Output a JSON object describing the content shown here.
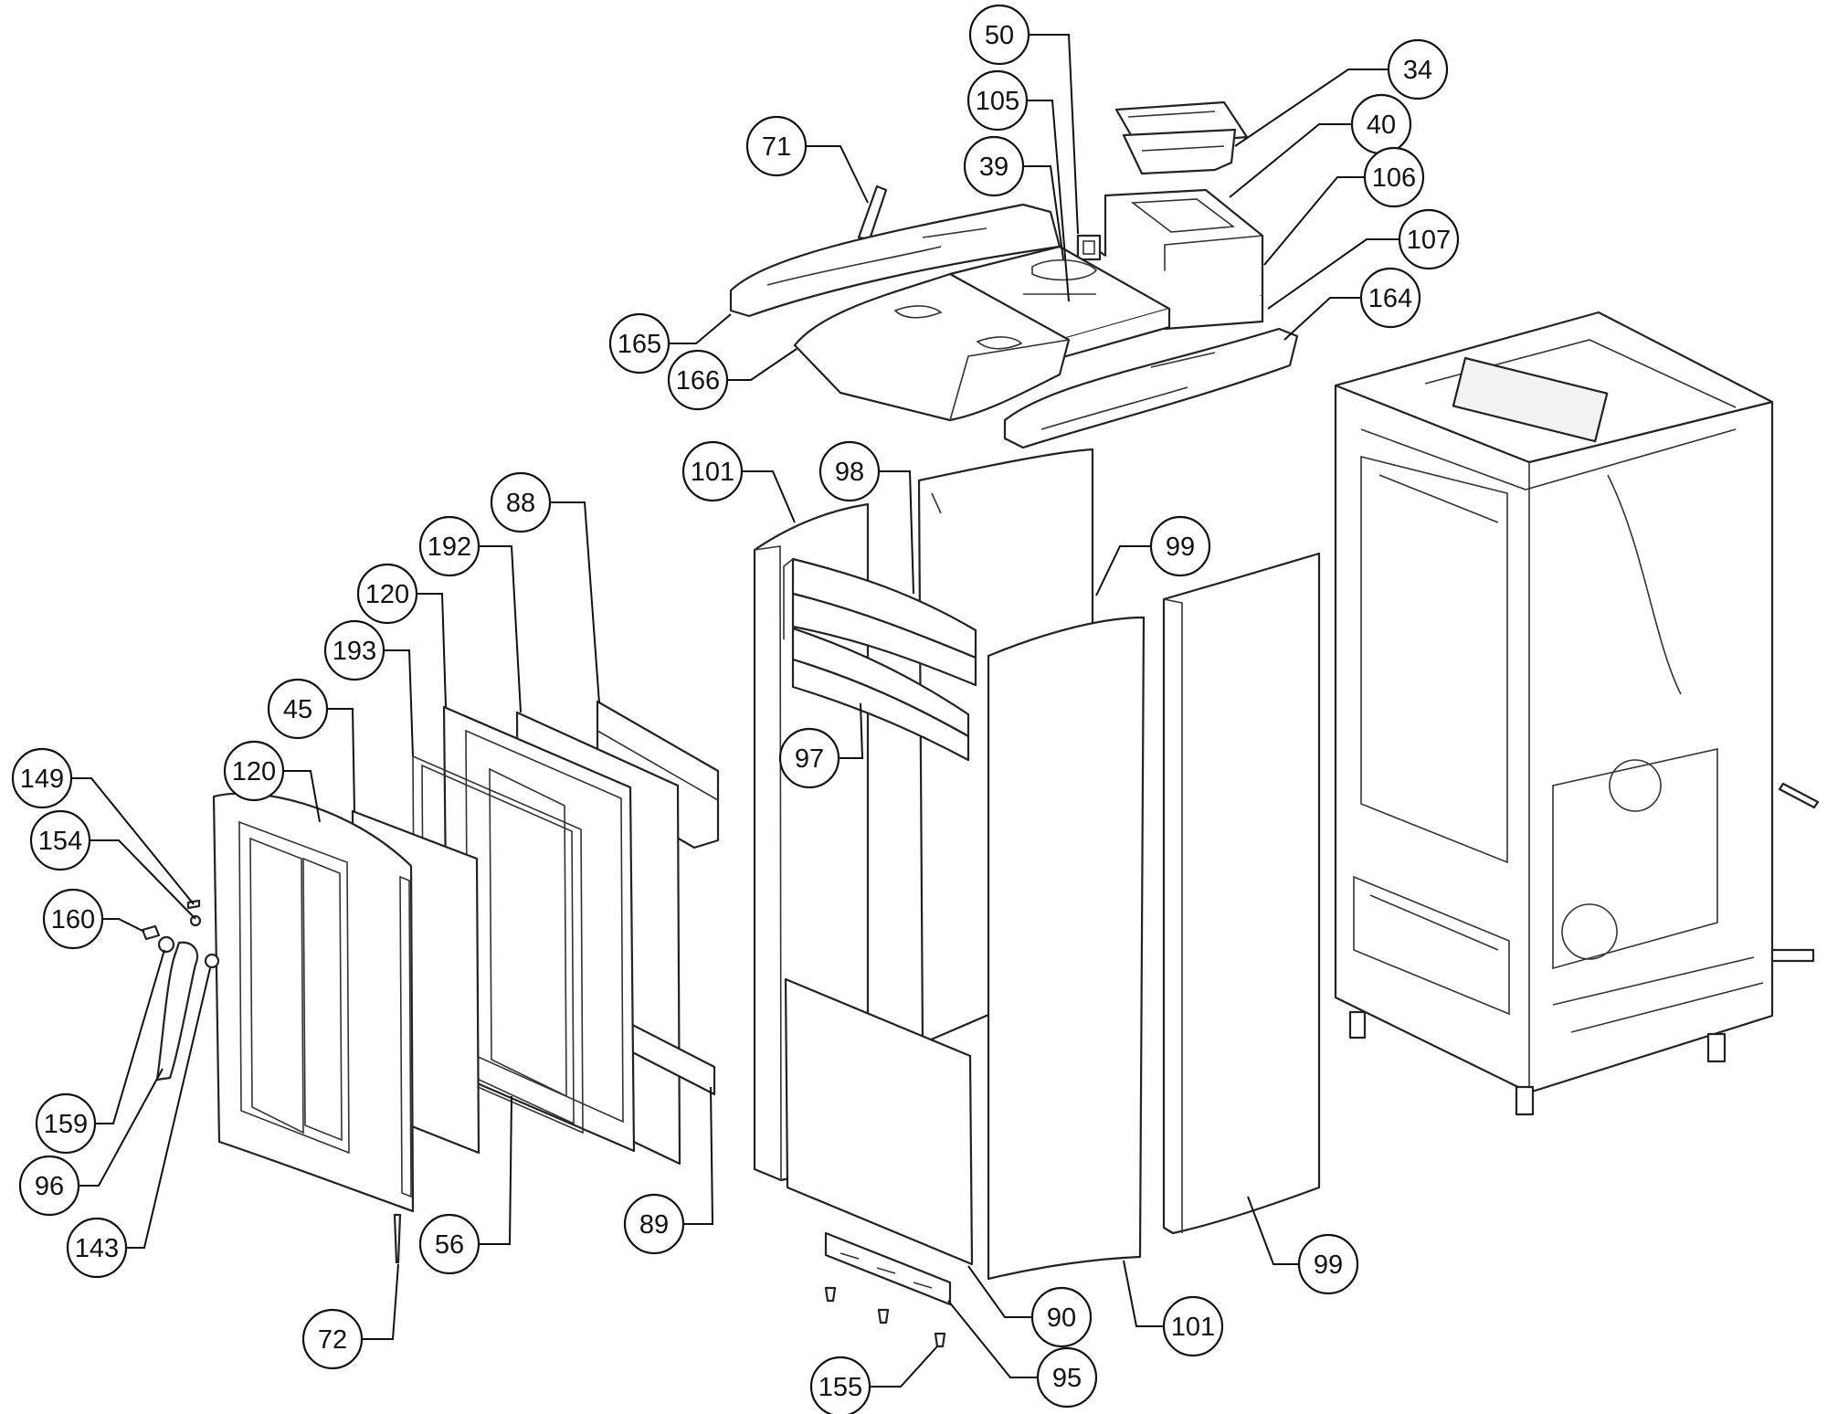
{
  "diagram": {
    "callouts": [
      {
        "id": "c50",
        "label": "50"
      },
      {
        "id": "c34",
        "label": "34"
      },
      {
        "id": "c105",
        "label": "105"
      },
      {
        "id": "c40",
        "label": "40"
      },
      {
        "id": "c71",
        "label": "71"
      },
      {
        "id": "c39",
        "label": "39"
      },
      {
        "id": "c106",
        "label": "106"
      },
      {
        "id": "c107",
        "label": "107"
      },
      {
        "id": "c164",
        "label": "164"
      },
      {
        "id": "c165",
        "label": "165"
      },
      {
        "id": "c166",
        "label": "166"
      },
      {
        "id": "c101a",
        "label": "101"
      },
      {
        "id": "c98",
        "label": "98"
      },
      {
        "id": "c88",
        "label": "88"
      },
      {
        "id": "c99a",
        "label": "99"
      },
      {
        "id": "c192",
        "label": "192"
      },
      {
        "id": "c120a",
        "label": "120"
      },
      {
        "id": "c193",
        "label": "193"
      },
      {
        "id": "c45",
        "label": "45"
      },
      {
        "id": "c97",
        "label": "97"
      },
      {
        "id": "c149",
        "label": "149"
      },
      {
        "id": "c120b",
        "label": "120"
      },
      {
        "id": "c154",
        "label": "154"
      },
      {
        "id": "c160",
        "label": "160"
      },
      {
        "id": "c159",
        "label": "159"
      },
      {
        "id": "c96",
        "label": "96"
      },
      {
        "id": "c143",
        "label": "143"
      },
      {
        "id": "c89",
        "label": "89"
      },
      {
        "id": "c56",
        "label": "56"
      },
      {
        "id": "c99b",
        "label": "99"
      },
      {
        "id": "c90",
        "label": "90"
      },
      {
        "id": "c101b",
        "label": "101"
      },
      {
        "id": "c72",
        "label": "72"
      },
      {
        "id": "c95",
        "label": "95"
      },
      {
        "id": "c155",
        "label": "155"
      }
    ]
  }
}
